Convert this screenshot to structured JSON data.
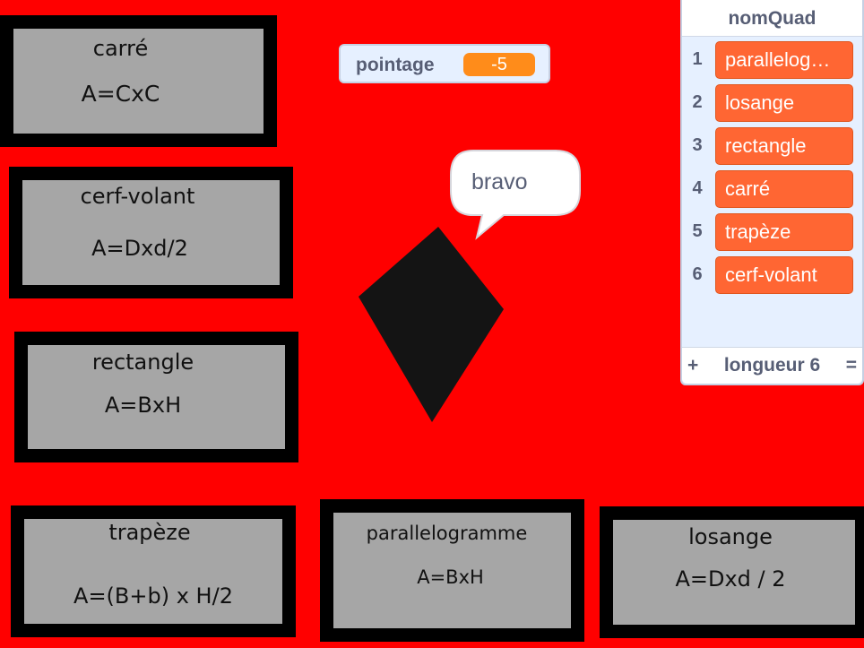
{
  "stage": {
    "background_color": "#ff0000"
  },
  "cards": {
    "carre": {
      "name": "carré",
      "formula": "A=CxC"
    },
    "cerf_volant": {
      "name": "cerf-volant",
      "formula": "A=Dxd/2"
    },
    "rectangle": {
      "name": "rectangle",
      "formula": "A=BxH"
    },
    "trapeze": {
      "name": "trapèze",
      "formula": "A=(B+b) x H/2"
    },
    "parallelogramme": {
      "name": "parallelogramme",
      "formula": "A=BxH"
    },
    "losange": {
      "name": "losange",
      "formula": "A=Dxd / 2"
    }
  },
  "score_monitor": {
    "label": "pointage",
    "value": "-5",
    "value_color": "#ff8c1a"
  },
  "speech_bubble": {
    "text": "bravo"
  },
  "shape_sprite": {
    "icon": "kite-shape-icon",
    "color": "#141414"
  },
  "list_monitor": {
    "title": "nomQuad",
    "items": [
      {
        "index": "1",
        "value": "parallelog…"
      },
      {
        "index": "2",
        "value": "losange"
      },
      {
        "index": "3",
        "value": "rectangle"
      },
      {
        "index": "4",
        "value": "carré"
      },
      {
        "index": "5",
        "value": "trapèze"
      },
      {
        "index": "6",
        "value": "cerf-volant"
      }
    ],
    "add_label": "+",
    "length_label": "longueur 6",
    "resize_label": "=",
    "item_color": "#ff6633"
  }
}
